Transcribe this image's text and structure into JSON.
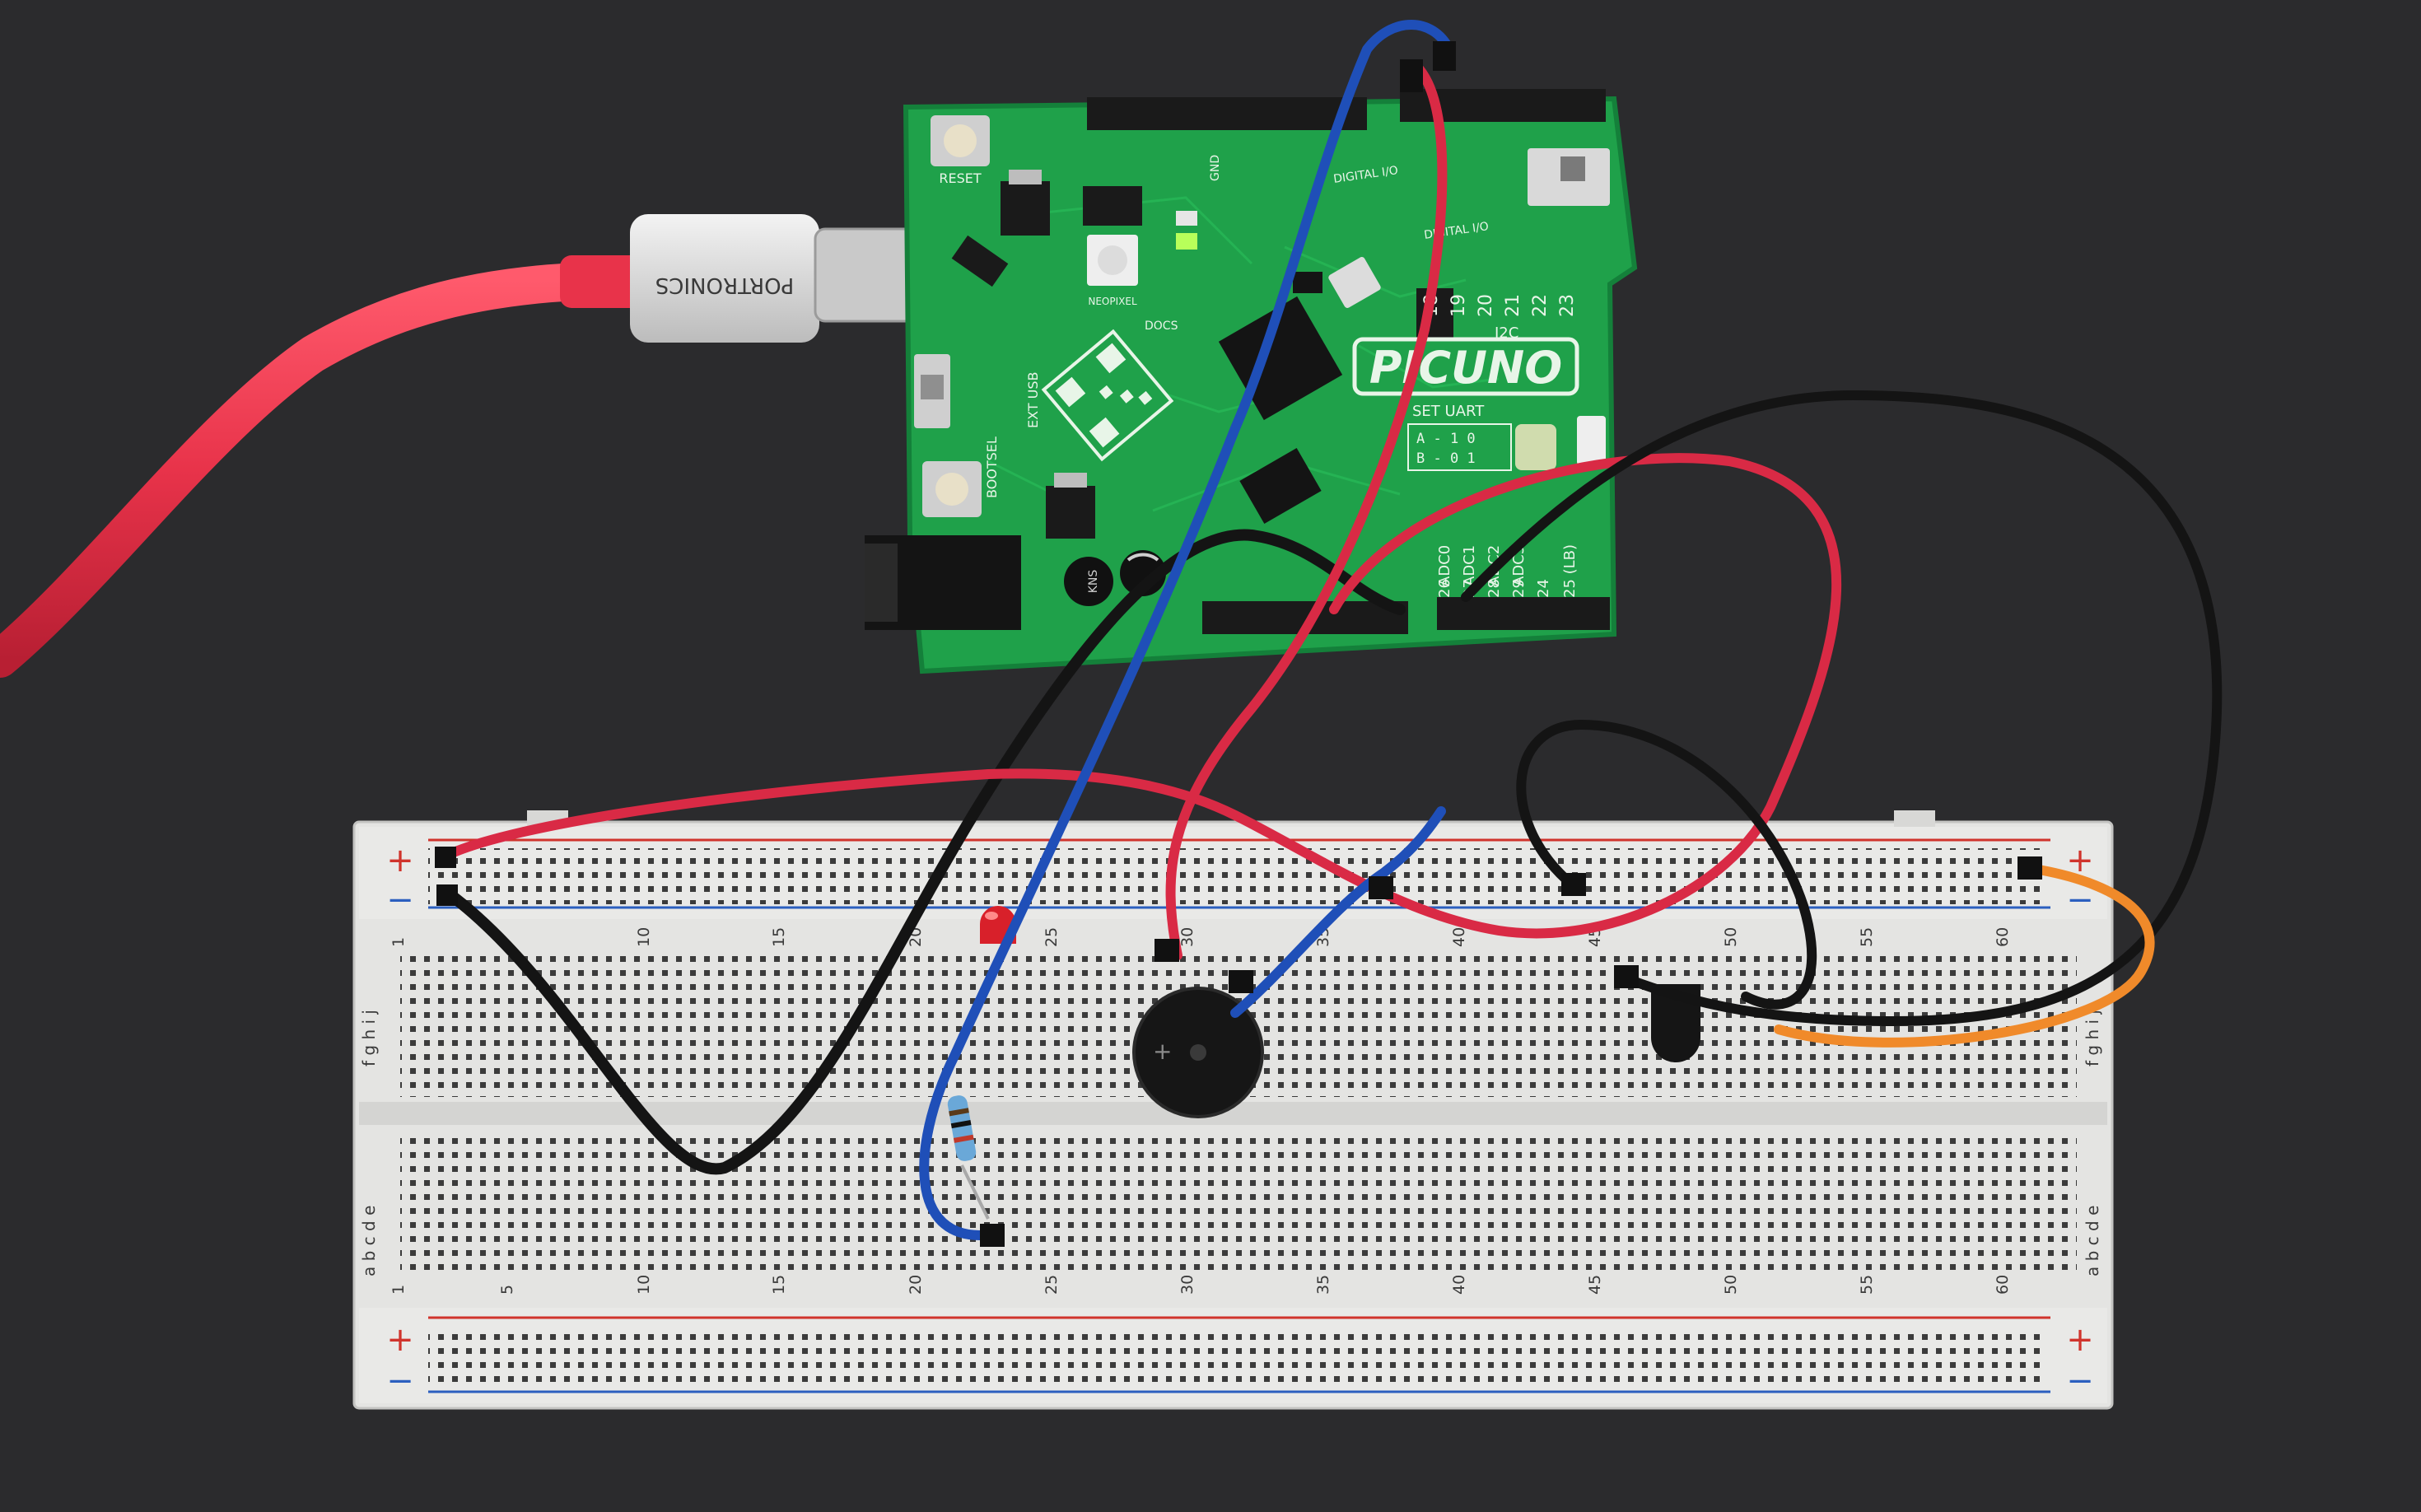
{
  "colors": {
    "desk": "#2b2b2d",
    "pcb": "#1fa14a",
    "pcb_edge": "#14803a",
    "breadboard": "#e4e4e2",
    "usb_cable": "#e8334a",
    "wire_red": "#d92a45",
    "wire_black": "#141414",
    "wire_blue": "#1f4fb8",
    "wire_orange": "#f08a2a",
    "rail_red": "#d0342c",
    "rail_blue": "#2b5fbf"
  },
  "cable": {
    "brand": "PORTRONICS"
  },
  "board": {
    "name": "PICUNO",
    "reset_label": "RESET",
    "bootsel_label": "BOOTSEL",
    "neopixel_label": "NEOPIXEL",
    "docs_label": "DOCS",
    "ext_usb_label": "EXT USB",
    "gnd_label": "GND",
    "digital_io_label": "DIGITAL I/O",
    "digital_io_label2": "DIGITAL I/O",
    "i2c_label": "I2C",
    "set_uart_label": "SET UART",
    "uart_a": "A - 1 0",
    "uart_b": "B - 0 1",
    "io_numbers": [
      "18",
      "19",
      "20",
      "21",
      "22",
      "23"
    ],
    "adc_labels": [
      "ADC0",
      "ADC1",
      "ADC2",
      "ADC3"
    ],
    "bottom_pins": [
      "26",
      "27",
      "28",
      "29",
      "24",
      "25 (LB)"
    ],
    "capacitor_text": "KNS"
  },
  "breadboard": {
    "plus": "+",
    "minus": "−",
    "top_numbers": [
      "1",
      "10",
      "15",
      "20",
      "25",
      "30",
      "35",
      "40",
      "45",
      "50",
      "55",
      "60"
    ],
    "bottom_numbers": [
      "1",
      "5",
      "10",
      "15",
      "20",
      "25",
      "30",
      "35",
      "40",
      "45",
      "50",
      "55",
      "60"
    ],
    "top_row_letters": "f g h i j",
    "bottom_row_letters": "a b c d e"
  }
}
